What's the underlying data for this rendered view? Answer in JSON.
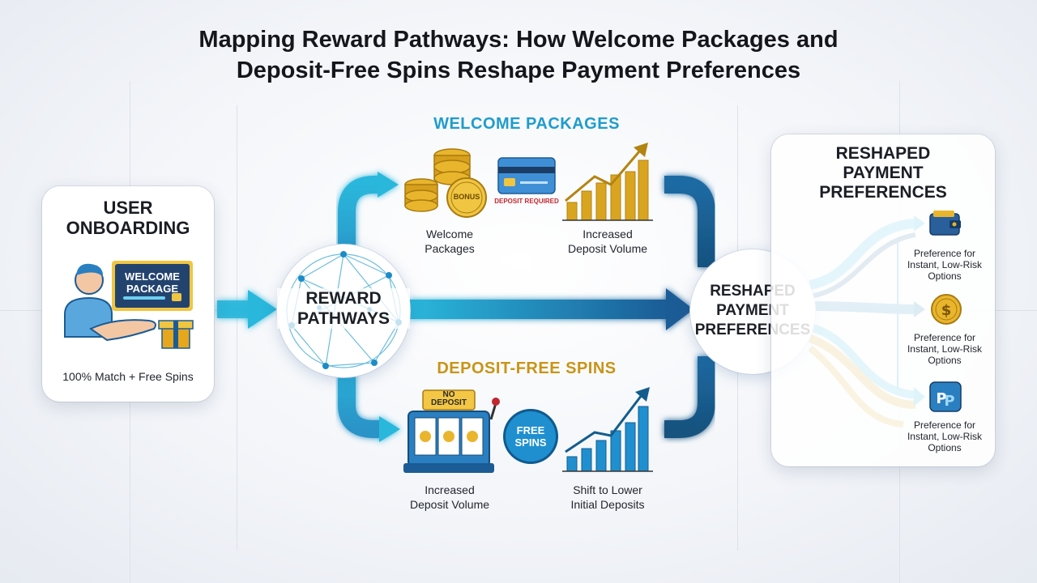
{
  "title": {
    "line1": "Mapping Reward Pathways: How Welcome Packages and",
    "line2": "Deposit-Free Spins Reshape Payment Preferences"
  },
  "onboarding": {
    "title_line1": "USER",
    "title_line2": "ONBOARDING",
    "banner_line1": "WELCOME",
    "banner_line2": "PACKAGE",
    "caption": "100% Match + Free Spins"
  },
  "hub": {
    "label_line1": "REWARD",
    "label_line2": "PATHWAYS"
  },
  "welcome": {
    "heading": "WELCOME PACKAGES",
    "coin_label": "BONUS",
    "card_label": "DEPOSIT REQUIRED",
    "item1_line1": "Welcome",
    "item1_line2": "Packages",
    "item2_line1": "Increased",
    "item2_line2": "Deposit Volume"
  },
  "spins": {
    "heading": "DEPOSIT-FREE SPINS",
    "sign_line1": "NO",
    "sign_line2": "DEPOSIT",
    "badge_line1": "FREE",
    "badge_line2": "SPINS",
    "item1_line1": "Increased",
    "item1_line2": "Deposit Volume",
    "item2_line1": "Shift to Lower",
    "item2_line2": "Initial Deposits"
  },
  "center_node": {
    "line1": "RESHAPED",
    "line2": "PAYMENT",
    "line3": "PREFERENCES"
  },
  "right_panel": {
    "title_line1": "RESHAPED",
    "title_line2": "PAYMENT",
    "title_line3": "PREFERENCES",
    "prefs": [
      {
        "line1": "Preference for",
        "line2": "Instant, Low-Risk",
        "line3": "Options",
        "icon": "wallet-icon"
      },
      {
        "line1": "Preference for",
        "line2": "Instant, Low-Risk",
        "line3": "Options",
        "icon": "dollar-coin-icon"
      },
      {
        "line1": "Preference for",
        "line2": "Instant, Low-Risk",
        "line3": "Options",
        "icon": "paypal-icon"
      }
    ]
  },
  "colors": {
    "teal": "#1aa6cf",
    "navy": "#1b5c96",
    "gold": "#d6a21e",
    "welcome_heading": "#1f9ccc",
    "spins_heading": "#c99416"
  }
}
